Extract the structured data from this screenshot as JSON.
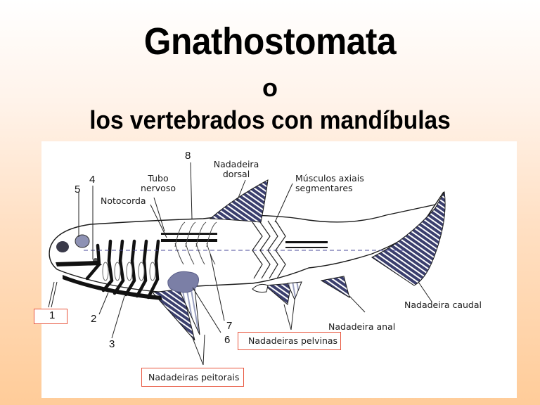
{
  "slide": {
    "title": "Gnathostomata",
    "connector": "o",
    "subtitle": "los vertebrados con mandíbulas"
  },
  "diagram": {
    "labels": {
      "n1": "1",
      "n2": "2",
      "n3": "3",
      "n4": "4",
      "n5": "5",
      "n6": "6",
      "n7": "7",
      "n8": "8",
      "tubo_nervoso_line1": "Tubo",
      "tubo_nervoso_line2": "nervoso",
      "notocorda": "Notocorda",
      "nadadeira_dorsal_line1": "Nadadeira",
      "nadadeira_dorsal_line2": "dorsal",
      "musculos_line1": "Músculos axiais",
      "musculos_line2": "segmentares",
      "nadadeira_caudal": "Nadadeira caudal",
      "nadadeira_anal": "Nadadeira anal",
      "nadadeiras_pelvinas": "Nadadeiras pelvinas",
      "nadadeiras_peitorais": "Nadadeiras peitorais"
    },
    "highlight_color": "#e8553d",
    "fin_color": "#3b3f6e",
    "organ_color": "#7b7fa6"
  }
}
